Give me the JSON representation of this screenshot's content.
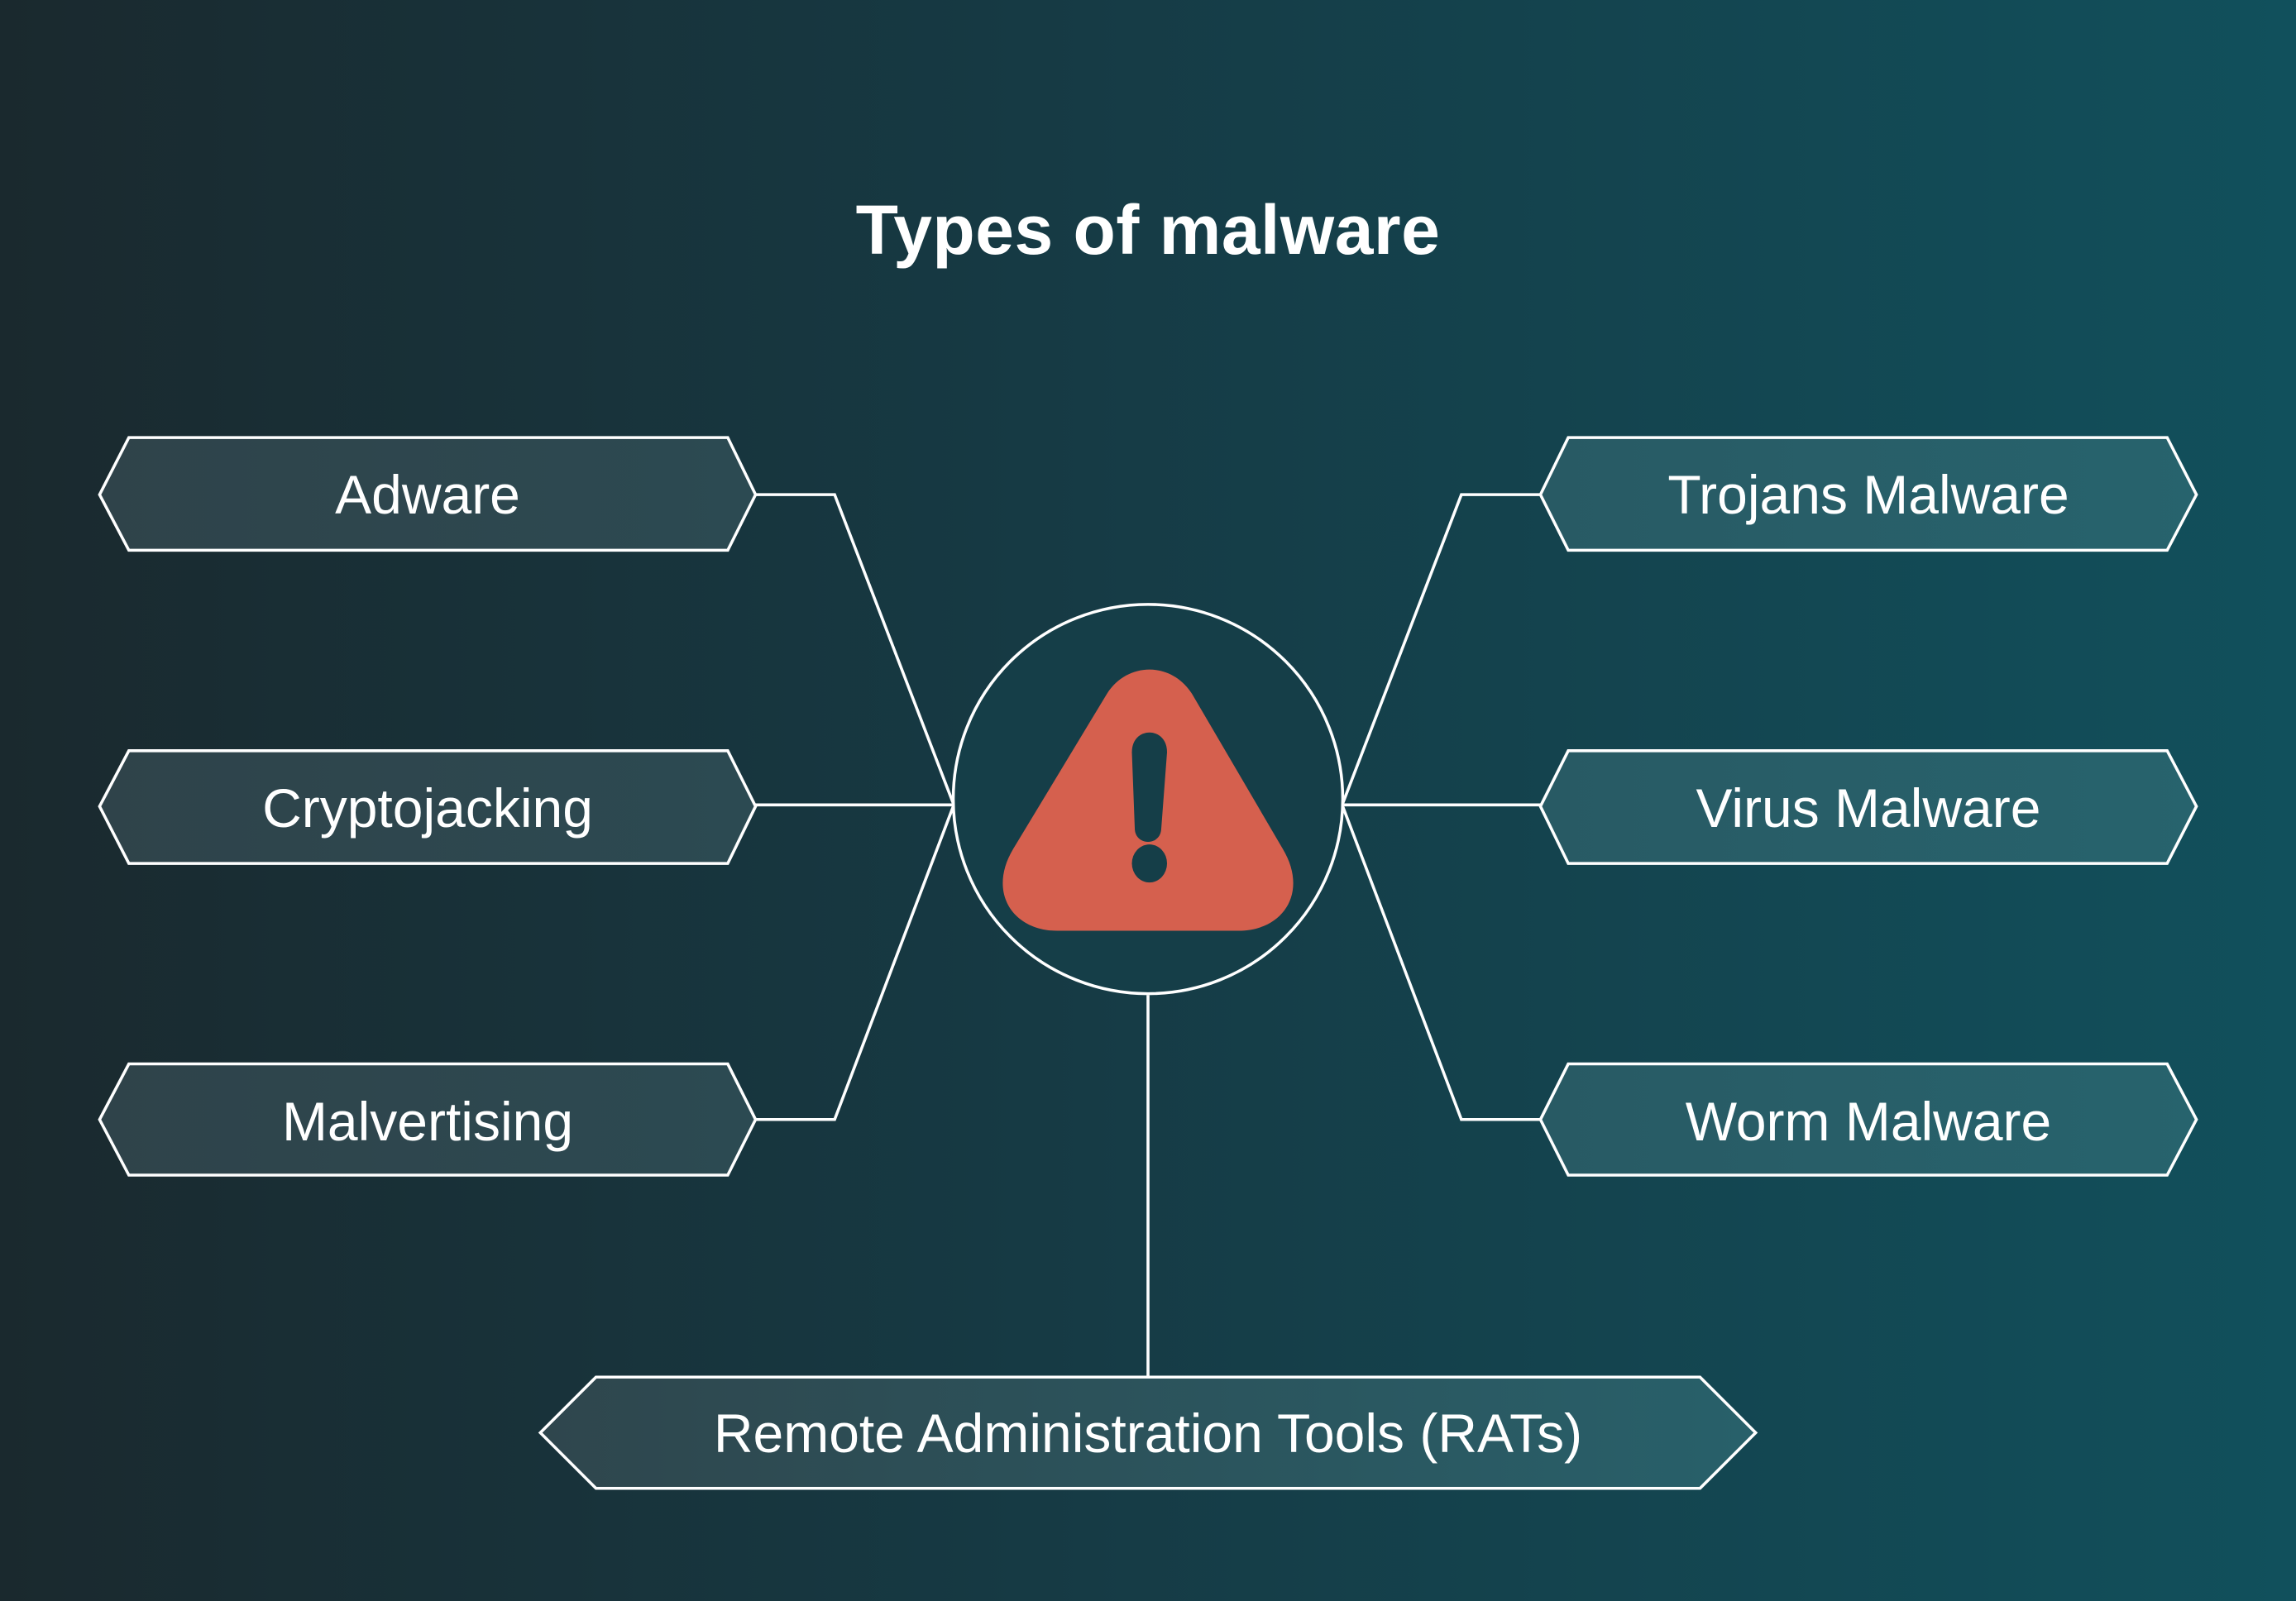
{
  "title": "Types of malware",
  "center": {
    "icon": "warning-triangle-icon",
    "color": "#d5604e"
  },
  "colors": {
    "background_left": "#1a292e",
    "background_right": "#11505c",
    "box_left_fill": "#2e454c",
    "box_right_fill": "#285e69",
    "stroke": "#ffffff"
  },
  "left_items": [
    {
      "label": "Adware"
    },
    {
      "label": "Cryptojacking"
    },
    {
      "label": "Malvertising"
    }
  ],
  "right_items": [
    {
      "label": "Trojans Malware"
    },
    {
      "label": "Virus Malware"
    },
    {
      "label": "Worm Malware"
    }
  ],
  "bottom_item": {
    "label": "Remote Administration Tools (RATs)"
  }
}
